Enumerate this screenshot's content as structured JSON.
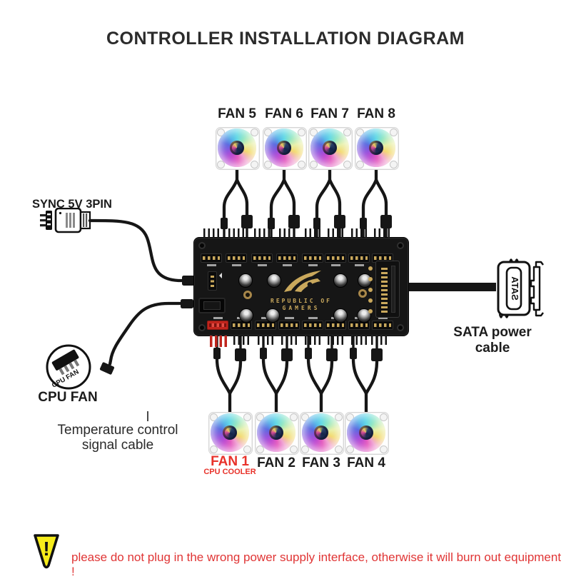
{
  "title": "CONTROLLER INSTALLATION DIAGRAM",
  "top_fans": [
    {
      "label": "FAN 5"
    },
    {
      "label": "FAN 6"
    },
    {
      "label": "FAN 7"
    },
    {
      "label": "FAN 8"
    }
  ],
  "bottom_fans": [
    {
      "label": "FAN 1",
      "sublabel": "CPU COOLER",
      "highlighted": true
    },
    {
      "label": "FAN 2"
    },
    {
      "label": "FAN 3"
    },
    {
      "label": "FAN 4"
    }
  ],
  "left_side": {
    "sync_label": "SYNC 5V 3PIN",
    "cpu_fan_stamp_text": "CPU FAN",
    "cpu_fan_label": "CPU FAN",
    "temp_cable_line1": "Temperature control",
    "temp_cable_line2": "signal cable"
  },
  "hub": {
    "brand_line1": "REPUBLIC OF",
    "brand_line2": "GAMERS"
  },
  "right_side": {
    "sata_plug_text": "SATA",
    "sata_label": "SATA power cable"
  },
  "warning": {
    "glyph": "!",
    "text": "please do not plug in the wrong power supply interface, otherwise it will burn out equipment !"
  },
  "icons": {
    "warning": "yellow-triangle-exclamation",
    "sync_connector": "3pin-led-plug",
    "cpu_fan_stamp": "round-cpu-fan-header-stamp",
    "sata_connector": "sata-power-plug",
    "hub_logo": "rog-eye"
  },
  "colors": {
    "accent_red": "#e03535",
    "fan1_red": "#e8322a",
    "rog_gold": "#c9a85c",
    "warning_yellow": "#f6ec1a",
    "pcb_black": "#161616"
  }
}
